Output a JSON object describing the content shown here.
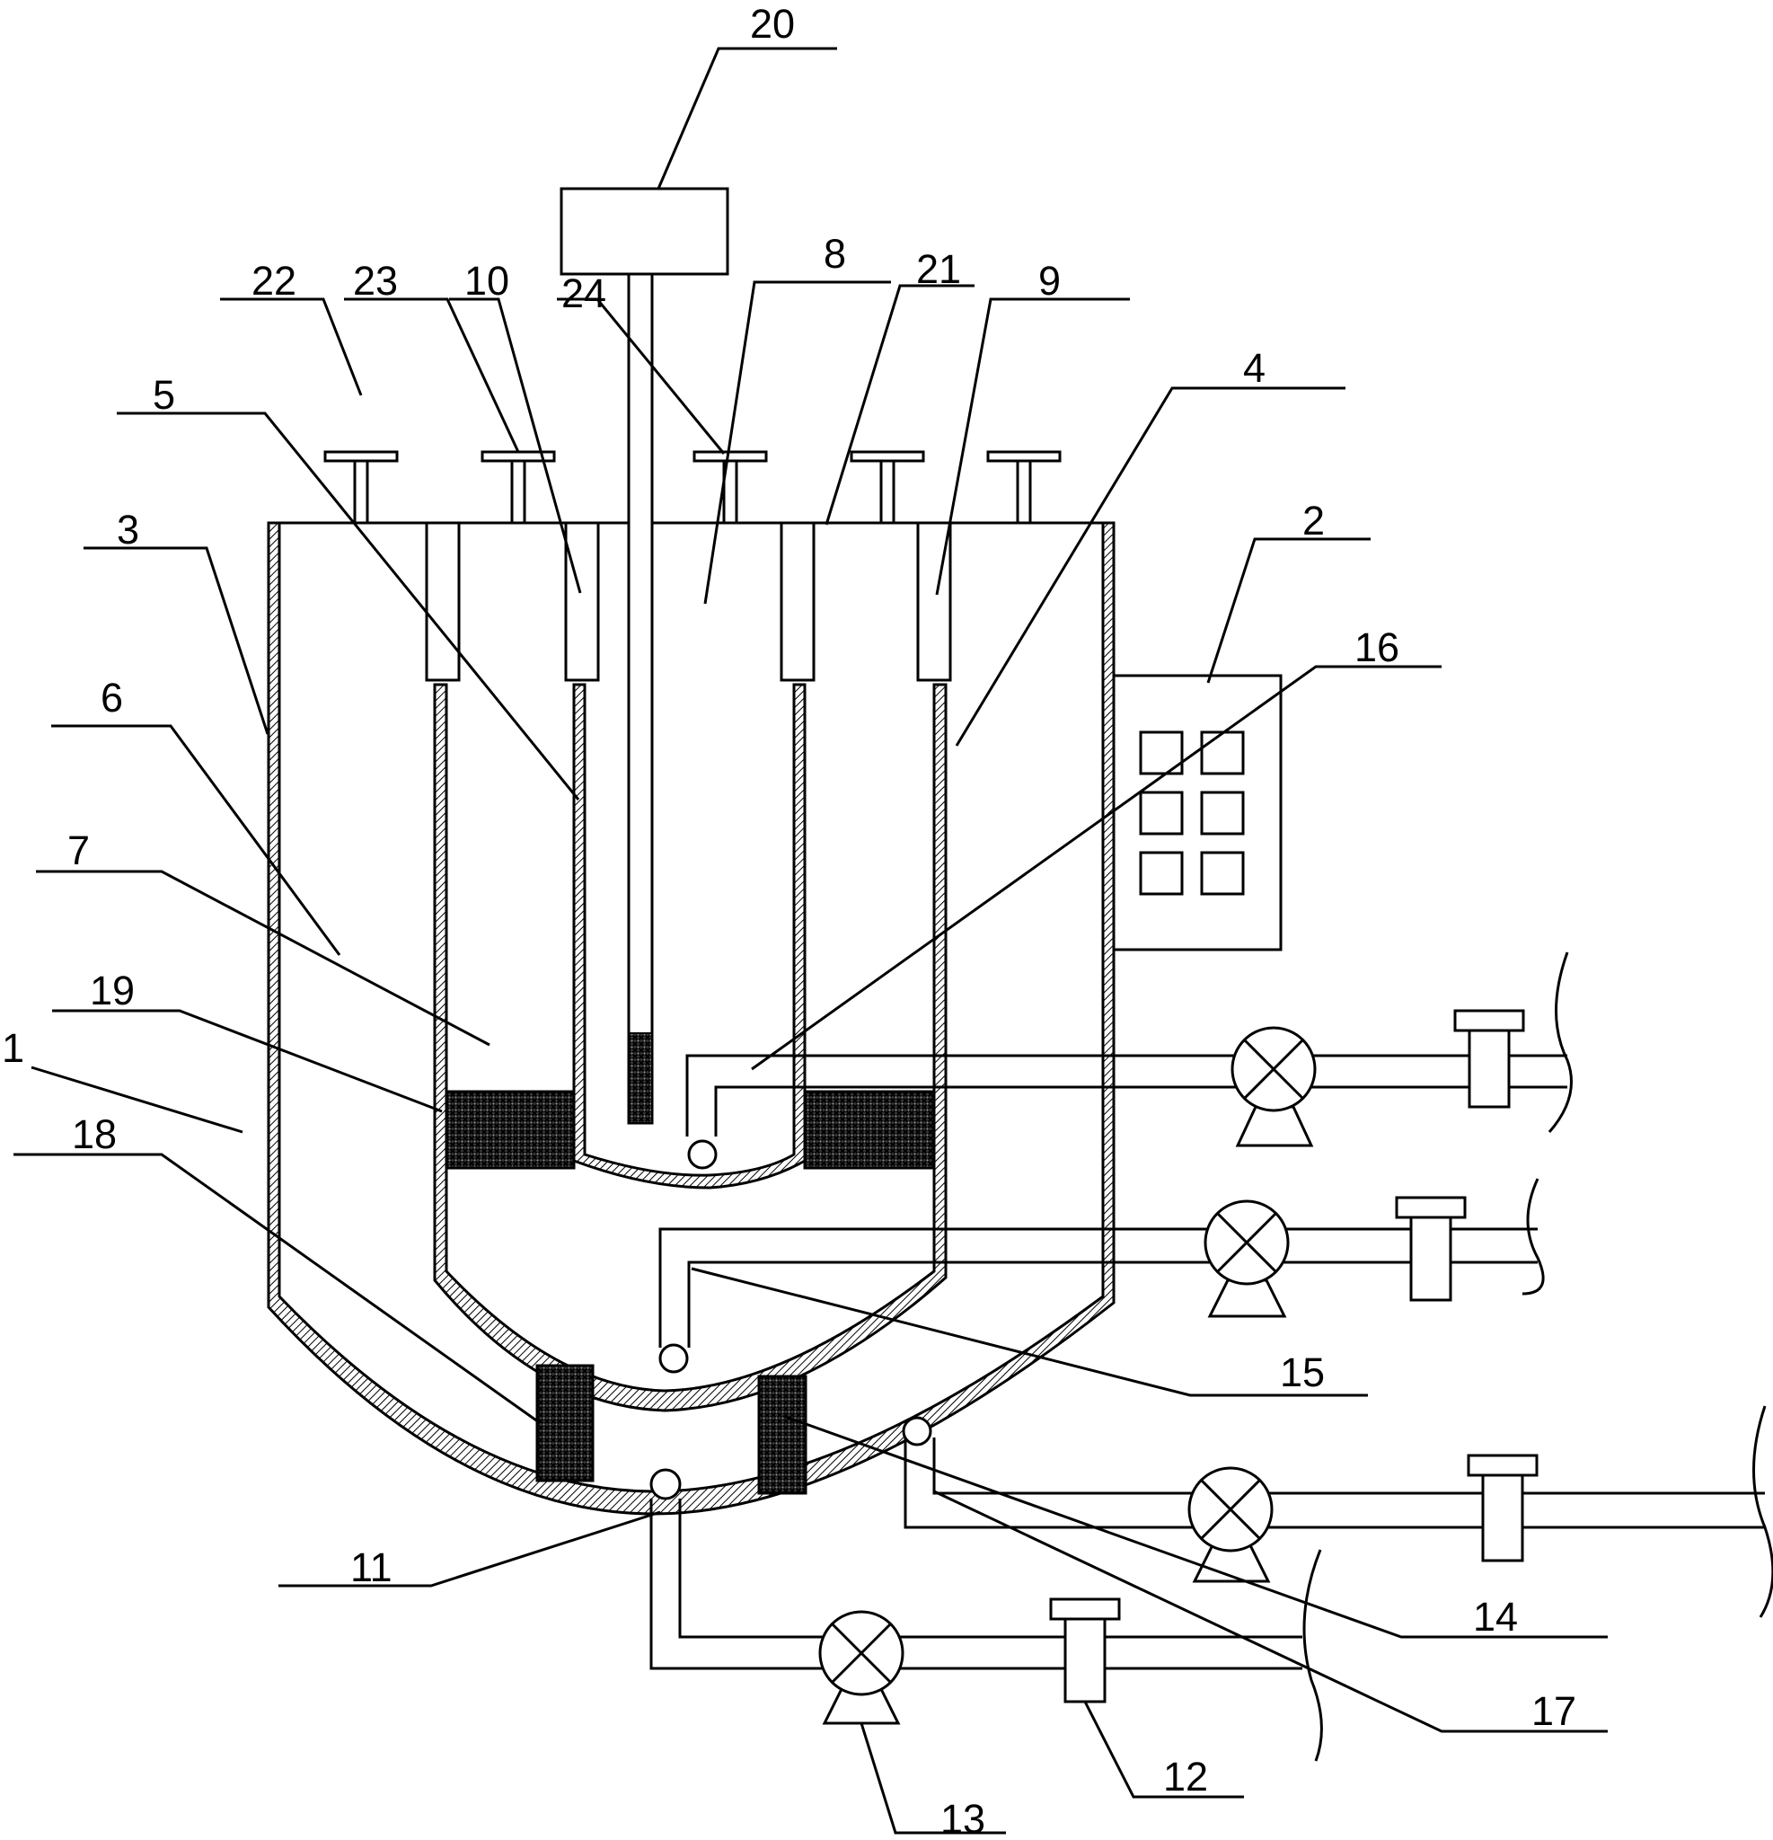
{
  "labels": {
    "l1": "1",
    "l2": "2",
    "l3": "3",
    "l4": "4",
    "l5": "5",
    "l6": "6",
    "l7": "7",
    "l8": "8",
    "l9": "9",
    "l10": "10",
    "l11": "11",
    "l12": "12",
    "l13": "13",
    "l14": "14",
    "l15": "15",
    "l16": "16",
    "l17": "17",
    "l18": "18",
    "l19": "19",
    "l20": "20",
    "l21": "21",
    "l22": "22",
    "l23": "23",
    "l24": "24"
  },
  "colors": {
    "ink": "#000000",
    "paper": "#ffffff"
  }
}
